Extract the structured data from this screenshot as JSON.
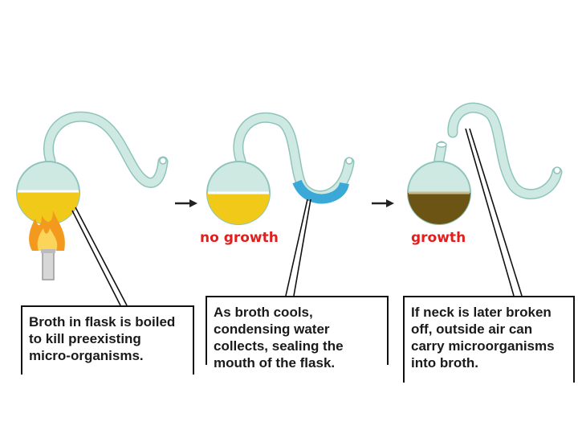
{
  "panels": [
    {
      "caption": "Broth in flask is boiled to kill preexisting micro-organisms.",
      "result": ""
    },
    {
      "caption": "As broth cools, condensing water collects, sealing the mouth of the flask.",
      "result": "no growth"
    },
    {
      "caption": "If neck is later broken off, outside air can carry microorganisms into broth.",
      "result": "growth"
    }
  ],
  "colors": {
    "glass": "#cde9e2",
    "glass_outline": "#8fc4bb",
    "broth_sterile": "#f1c919",
    "broth_contaminated": "#6b5414",
    "condensed_water": "#3aa9d8",
    "flame": "#f39a1e",
    "result_text": "#e0201f"
  },
  "icons": [
    "flask-icon",
    "swan-neck-icon",
    "flame-icon",
    "burner-icon",
    "arrow-right-icon"
  ]
}
